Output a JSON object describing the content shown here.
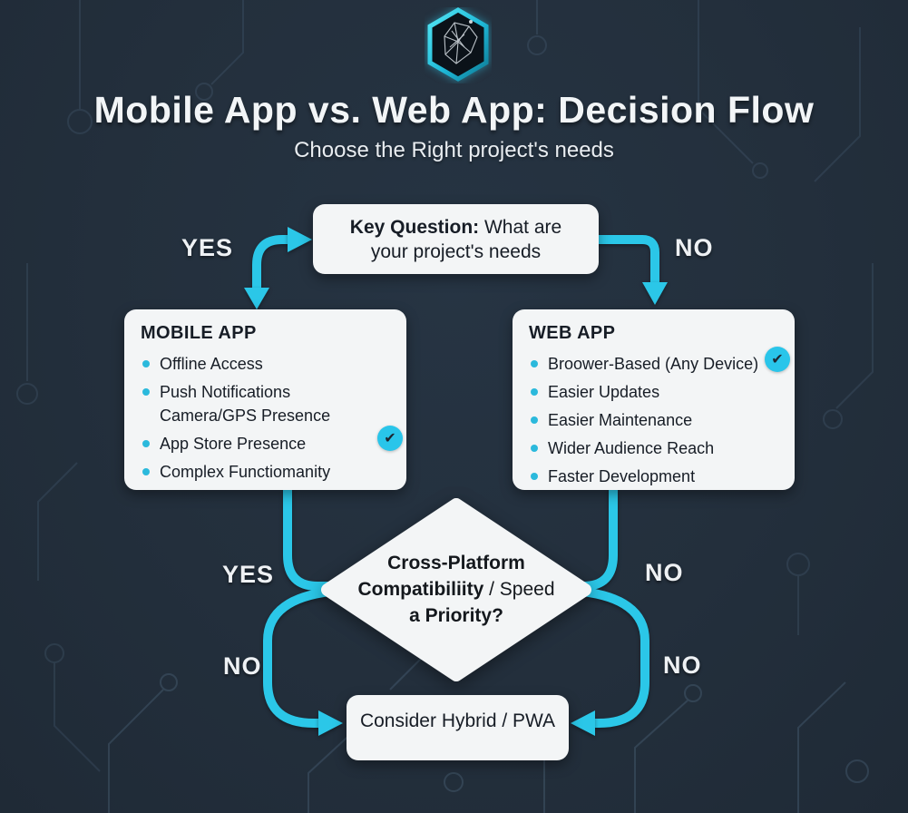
{
  "page": {
    "title": "Mobile App vs. Web App: Decision Flow",
    "subtitle": "Choose the Right project's needs"
  },
  "colors": {
    "background": "#232F3C",
    "accent_cyan": "#2BC7E8",
    "card_white": "#F3F5F6",
    "ink_dark": "#171D26"
  },
  "icons": {
    "check": "✔",
    "logo": "hexagon-wireframe-emblem"
  },
  "flow": {
    "key_question": {
      "bold": "Key Question:",
      "line1_rest": " What are",
      "line2": "your project's needs"
    },
    "labels": {
      "yes_top": "YES",
      "no_top": "NO",
      "yes_mid": "YES",
      "no_mid_right": "NO",
      "no_bottom_left": "NO",
      "no_bottom_right": "NO"
    },
    "mobile_app": {
      "title": "MOBILE APP",
      "items": [
        {
          "text": "Offline Access"
        },
        {
          "text": "Push Notifications"
        },
        {
          "text": "Camera/GPS Presence",
          "continuation": true
        },
        {
          "text": "App Store Presence",
          "checked": true
        },
        {
          "text": "Complex Functiomanity"
        }
      ]
    },
    "web_app": {
      "title": "WEB APP",
      "items": [
        {
          "text": "Broower-Based (Any Device)",
          "checked": true
        },
        {
          "text": "Easier Updates"
        },
        {
          "text": "Easier Maintenance"
        },
        {
          "text": "Wider Audience Reach"
        },
        {
          "text": "Faster Development"
        }
      ]
    },
    "decision": {
      "line1": "Cross-Platform",
      "line2_bold": "Compatibiliity",
      "line2_rest": " / Speed",
      "line3": "a Priority?"
    },
    "result": "Consider Hybrid / PWA"
  }
}
